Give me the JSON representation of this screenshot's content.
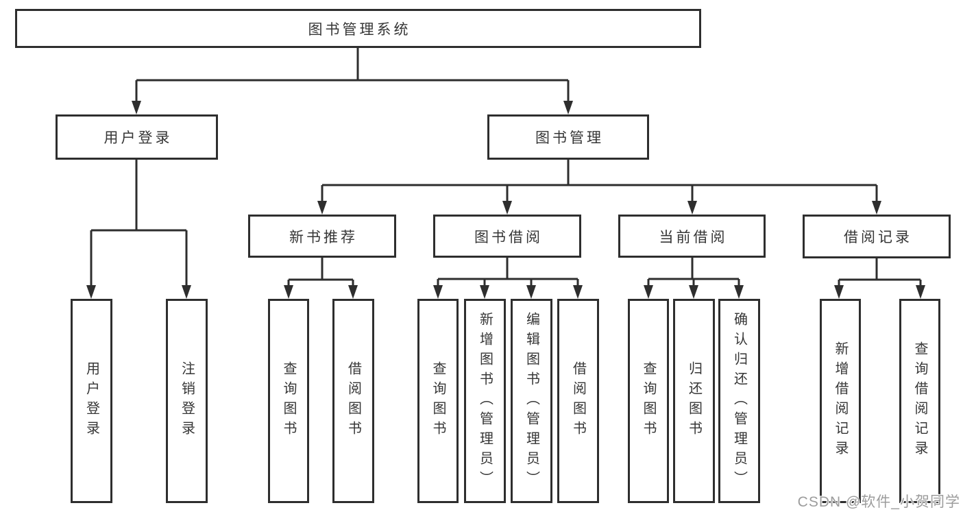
{
  "nodes": {
    "root": "图书管理系统",
    "user_login": "用户登录",
    "book_mgmt": "图书管理",
    "new_book_rec": "新书推荐",
    "book_borrow": "图书借阅",
    "current_borrow": "当前借阅",
    "borrow_records": "借阅记录",
    "leaf_user_login": "用户登录",
    "leaf_logout": "注销登录",
    "rec_query_books": "查询图书",
    "rec_borrow_books": "借阅图书",
    "bb_query_books": "查询图书",
    "bb_add_books": "新增图书（管理员）",
    "bb_edit_books": "编辑图书（管理员）",
    "bb_borrow_books": "借阅图书",
    "cb_query_books": "查询图书",
    "cb_return_books": "归还图书",
    "cb_confirm_return": "确认归还（管理员）",
    "br_add_record": "新增借阅记录",
    "br_query_record": "查询借阅记录"
  },
  "edges": [
    [
      "图书管理系统",
      "用户登录"
    ],
    [
      "图书管理系统",
      "图书管理"
    ],
    [
      "用户登录",
      "用户登录"
    ],
    [
      "用户登录",
      "注销登录"
    ],
    [
      "图书管理",
      "新书推荐"
    ],
    [
      "图书管理",
      "图书借阅"
    ],
    [
      "图书管理",
      "当前借阅"
    ],
    [
      "图书管理",
      "借阅记录"
    ],
    [
      "新书推荐",
      "查询图书"
    ],
    [
      "新书推荐",
      "借阅图书"
    ],
    [
      "图书借阅",
      "查询图书"
    ],
    [
      "图书借阅",
      "新增图书（管理员）"
    ],
    [
      "图书借阅",
      "编辑图书（管理员）"
    ],
    [
      "图书借阅",
      "借阅图书"
    ],
    [
      "当前借阅",
      "查询图书"
    ],
    [
      "当前借阅",
      "归还图书"
    ],
    [
      "当前借阅",
      "确认归还（管理员）"
    ],
    [
      "借阅记录",
      "新增借阅记录"
    ],
    [
      "借阅记录",
      "查询借阅记录"
    ]
  ],
  "watermark": "CSDN @软件_小贺同学",
  "colors": {
    "line": "#2e2e2e",
    "box_border": "#2e2e2e",
    "text": "#363636",
    "watermark": "#9c9c9c",
    "background": "#ffffff"
  }
}
